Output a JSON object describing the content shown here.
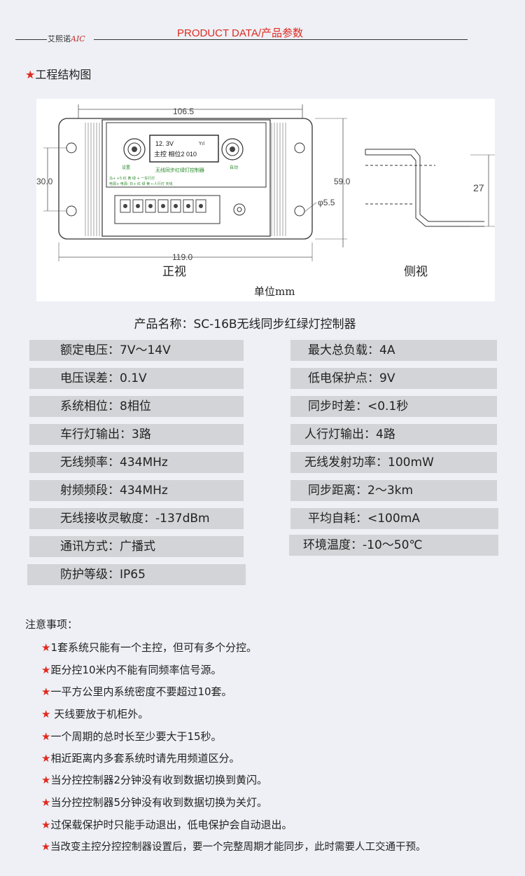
{
  "header": {
    "brand_cn": "艾熙诺",
    "brand_en": "AIC",
    "section_title": "PRODUCT DATA/产品参数"
  },
  "engineering": {
    "star": "★",
    "title": "工程结构图"
  },
  "diagram": {
    "dim_width_top": "106.5",
    "dim_width_bottom": "119.0",
    "dim_height_left": "30.0",
    "dim_height_right": "59.0",
    "dim_hole": "φ5.5",
    "dim_side_height": "27",
    "display_line1": "12. 3V",
    "display_line2": "主控  相位2  010",
    "panel_title": "无线同步红绿灯控制器",
    "label_setting": "设置",
    "label_auto": "自动",
    "panel_row1": "马+ +5     红    黄    绿    + 一车行灯",
    "panel_row2": "电源+ 电源- 共+  红    绿    黄    ←人行灯   天线",
    "front_view": "正视",
    "side_view": "侧视",
    "unit": "单位mm"
  },
  "product_name": "产品名称：SC-16B无线同步红绿灯控制器",
  "specs_left": [
    "额定电压：7V～14V",
    "电压误差：0.1V",
    "系统相位：8相位",
    "车行灯输出：3路",
    "无线频率：434MHz",
    "射频频段：434MHz",
    "无线接收灵敏度：-137dBm",
    "通讯方式：广播式",
    "防护等级：IP65"
  ],
  "specs_right": [
    "最大总负载：4A",
    "低电保护点：9V",
    "同步时差：<0.1秒",
    "人行灯输出：4路",
    "无线发射功率：100mW",
    "同步距离：2～3km",
    "平均自耗：<100mA",
    "环境温度：-10～50℃"
  ],
  "notes_title": "注意事项：",
  "notes": [
    "★1套系统只能有一个主控，但可有多个分控。",
    "★距分控10米内不能有同频率信号源。",
    "★一平方公里内系统密度不要超过10套。",
    "★ 天线要放于机柜外。",
    "★一个周期的总时长至少要大于15秒。",
    "★相近距离内多套系统时请先用频道区分。",
    "★当分控控制器2分钟没有收到数据切换到黄闪。",
    "★当分控控制器5分钟没有收到数据切换为关灯。",
    "★过保载保护时只能手动退出，低电保护会自动退出。",
    "★当改变主控分控控制器设置后，要一个完整周期才能同步，此时需要人工交通干预。"
  ]
}
